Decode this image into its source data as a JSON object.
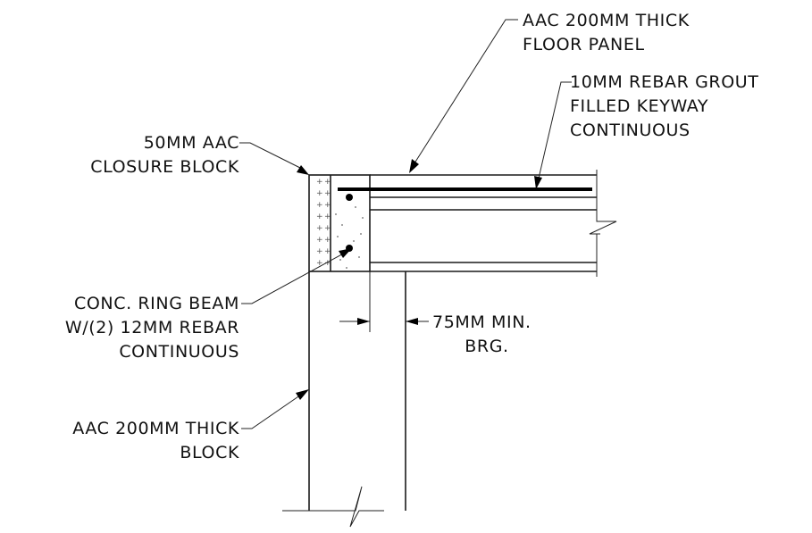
{
  "labels": {
    "floor_panel": [
      "AAC 200MM THICK",
      "FLOOR PANEL"
    ],
    "keyway": [
      "10MM REBAR GROUT",
      "FILLED KEYWAY",
      "CONTINUOUS"
    ],
    "closure_block": [
      "50MM AAC",
      "CLOSURE BLOCK"
    ],
    "ring_beam": [
      "CONC. RING BEAM",
      "W/(2) 12MM REBAR",
      "CONTINUOUS"
    ],
    "bearing": [
      "75MM MIN.",
      "BRG."
    ],
    "wall_block": [
      "AAC 200MM THICK",
      "BLOCK"
    ]
  }
}
